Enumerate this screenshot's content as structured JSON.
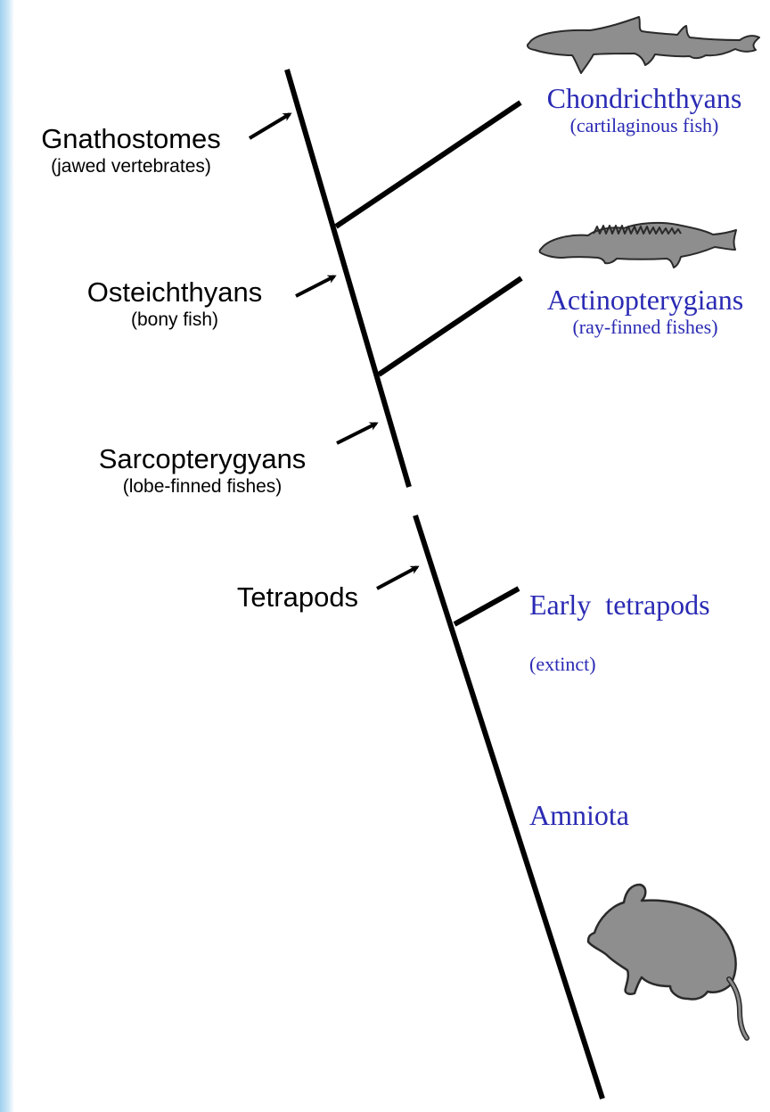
{
  "colors": {
    "taxon_text": "#2a2ab4",
    "node_text": "#000000",
    "branch": "#000000",
    "silhouette": "#8e8e8e",
    "edge_band": "#9fd0ee"
  },
  "nodes": [
    {
      "id": "gnathostomes",
      "name": "Gnathostomes",
      "detail": "(jawed vertebrates)"
    },
    {
      "id": "osteichthyans",
      "name": "Osteichthyans",
      "detail": "(bony fish)"
    },
    {
      "id": "sarcopterygyans",
      "name": "Sarcopterygyans",
      "detail": "(lobe-finned fishes)"
    },
    {
      "id": "tetrapods",
      "name": "Tetrapods",
      "detail": ""
    }
  ],
  "taxa": [
    {
      "id": "chondrichthyans",
      "name": "Chondrichthyans",
      "detail": "(cartilaginous fish)",
      "icon": "shark-silhouette-icon"
    },
    {
      "id": "actinopterygians",
      "name": "Actinopterygians",
      "detail": "(ray-finned fishes)",
      "icon": "ray-finned-fish-silhouette-icon"
    },
    {
      "id": "early-tetrapods",
      "name": "Early  tetrapods",
      "detail": "(extinct)",
      "icon": ""
    },
    {
      "id": "amniota",
      "name": "Amniota",
      "detail": "",
      "icon": "mouse-silhouette-icon"
    }
  ]
}
